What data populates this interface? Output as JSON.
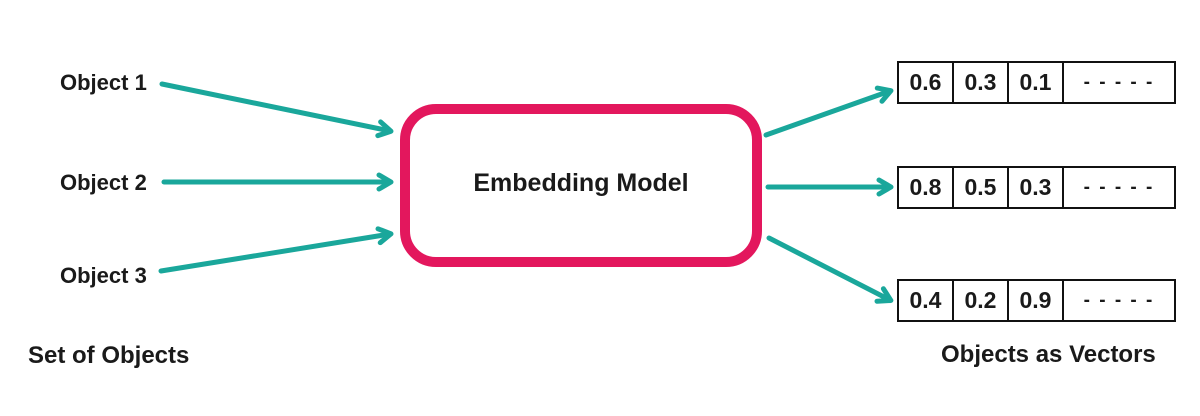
{
  "colors": {
    "arrow_teal": "#1aa79b",
    "model_border_pink": "#e3175d",
    "text_black": "#1a1a1a",
    "table_border": "#111111"
  },
  "inputs": {
    "items": [
      {
        "label": "Object 1"
      },
      {
        "label": "Object 2"
      },
      {
        "label": "Object 3"
      }
    ]
  },
  "model": {
    "label": "Embedding Model"
  },
  "outputs": {
    "rows": [
      {
        "values": [
          "0.6",
          "0.3",
          "0.1"
        ],
        "tail": "- - - - -"
      },
      {
        "values": [
          "0.8",
          "0.5",
          "0.3"
        ],
        "tail": "- - - - -"
      },
      {
        "values": [
          "0.4",
          "0.2",
          "0.9"
        ],
        "tail": "- - - - -"
      }
    ]
  },
  "captions": {
    "left": "Set of Objects",
    "right": "Objects as Vectors"
  }
}
